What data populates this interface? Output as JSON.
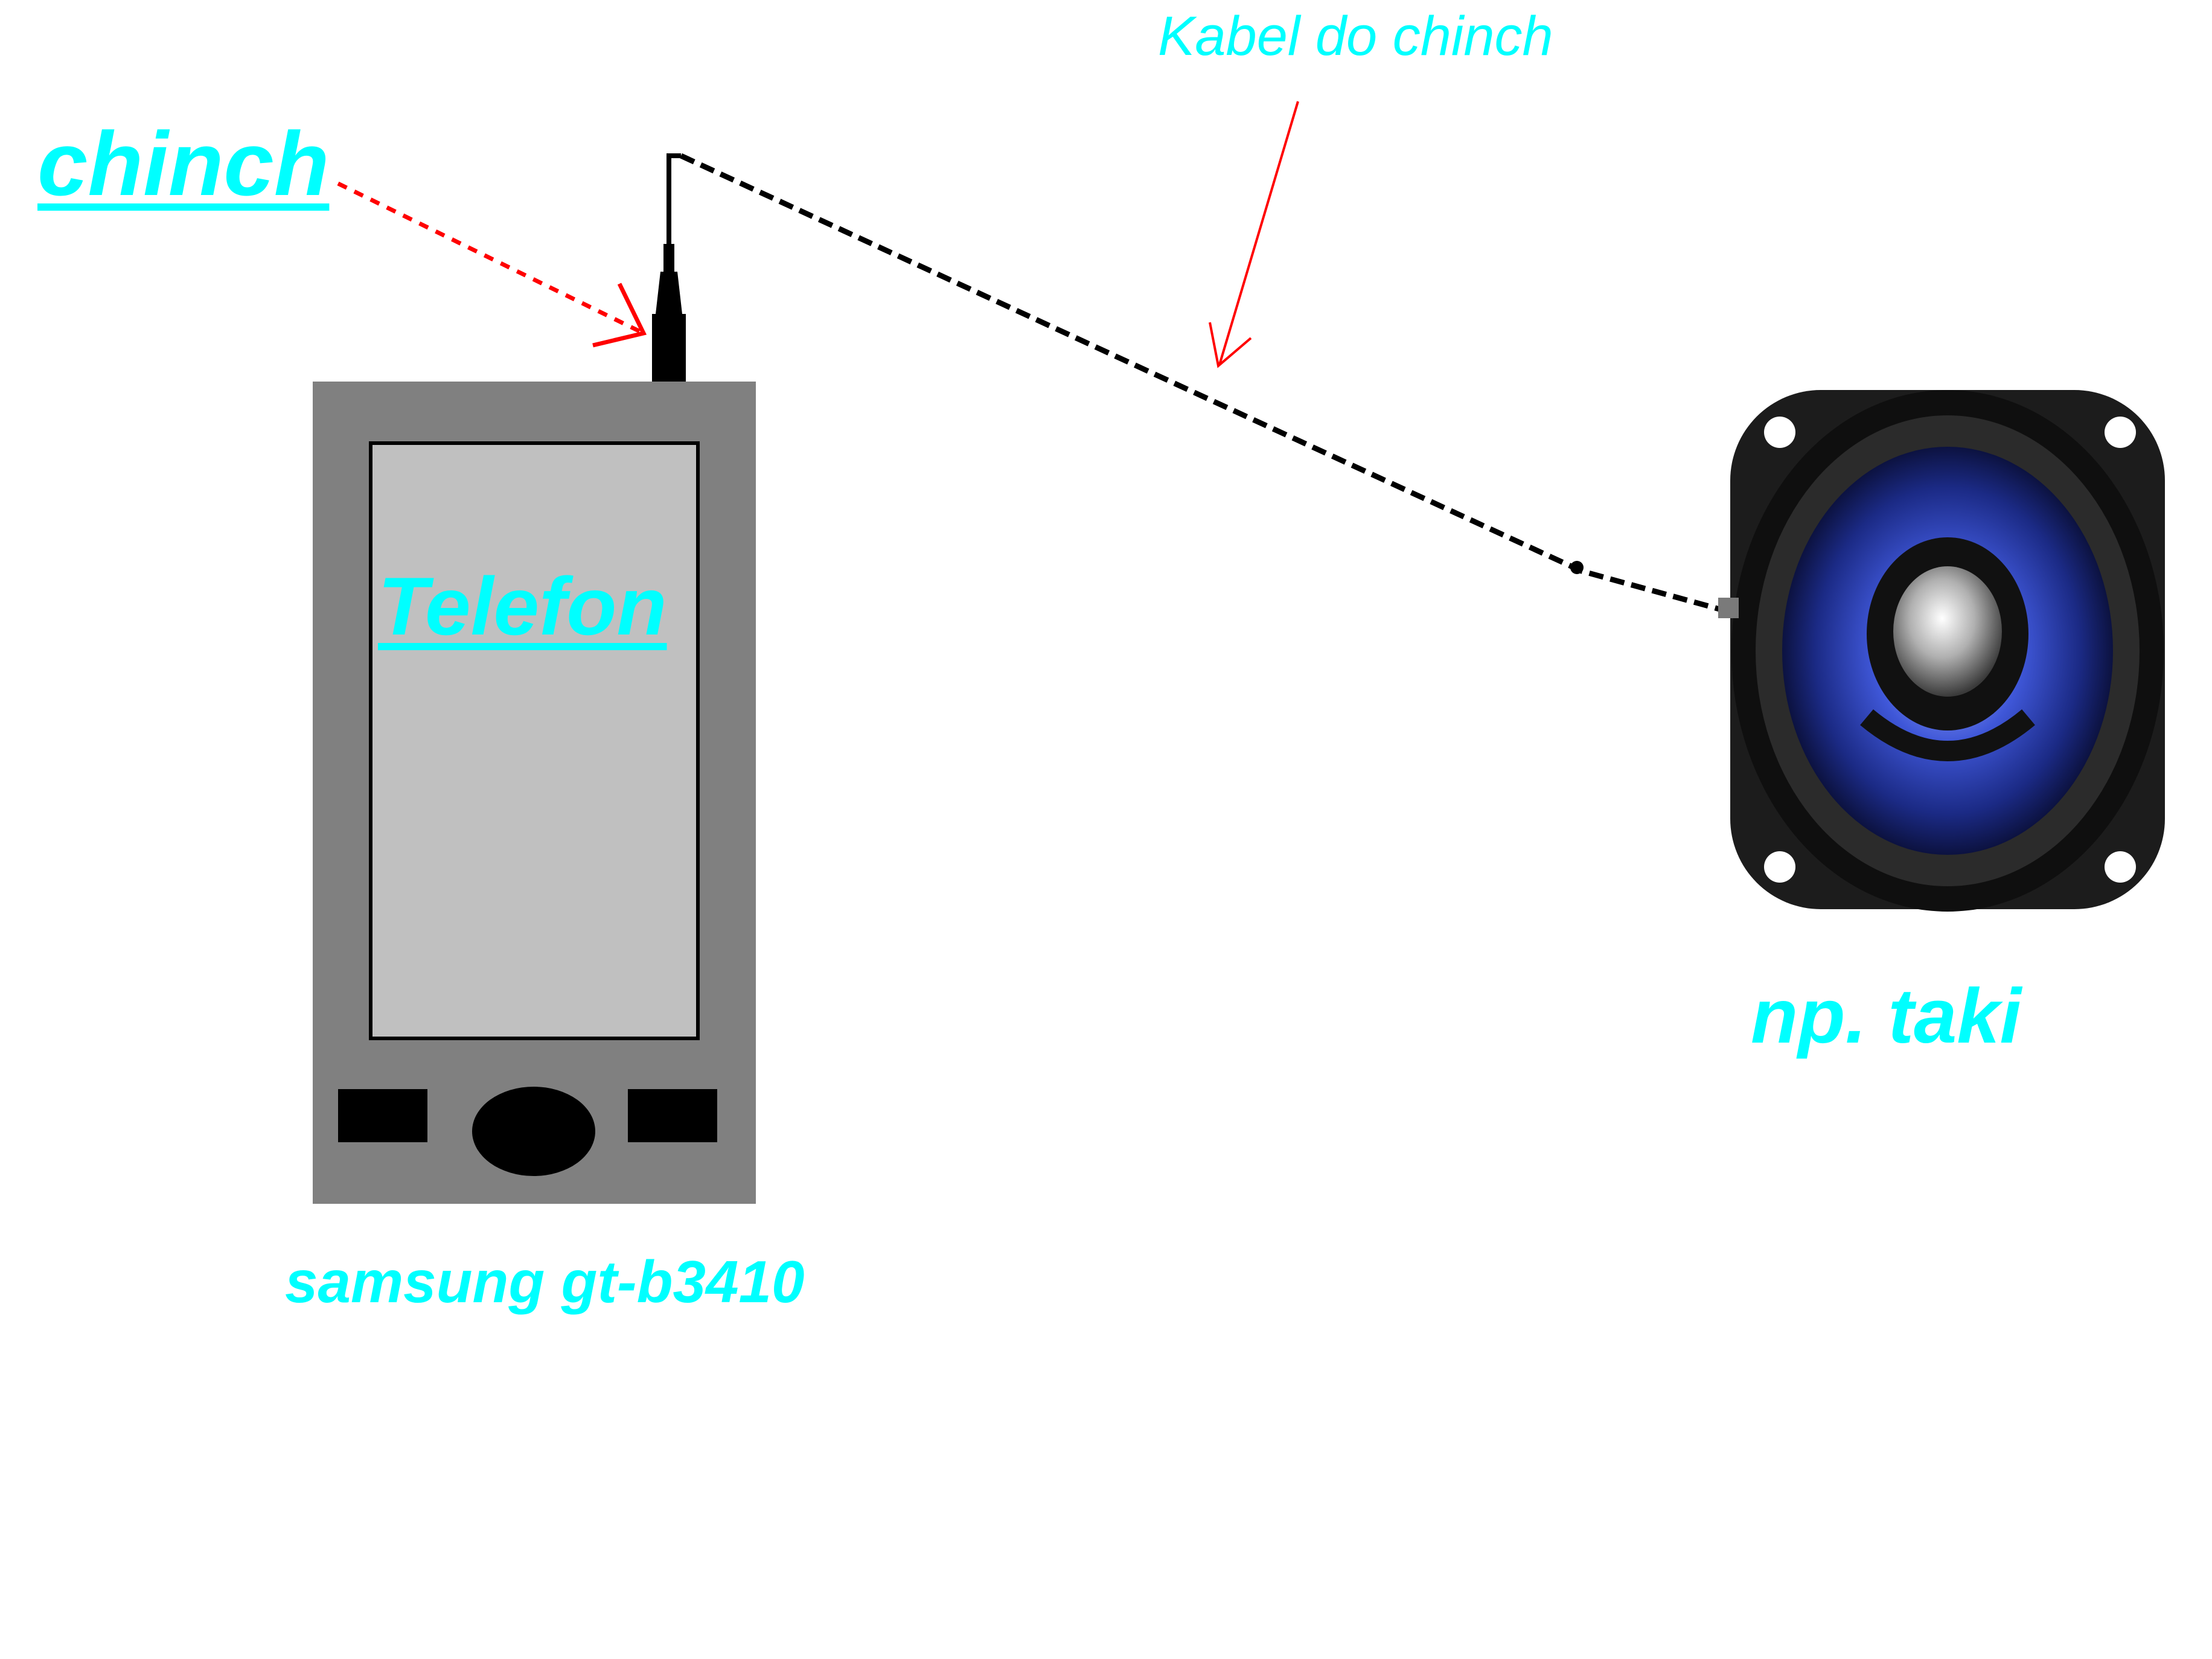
{
  "labels": {
    "connector": "chinch",
    "cable": "Kabel do chinch",
    "phone": "Telefon",
    "phone_model": "samsung gt-b3410",
    "speaker_example": "np. taki"
  },
  "colors": {
    "label_text": "#00ffff",
    "pointer_arrows": "#ff0000",
    "cable": "#000000",
    "phone_body": "#808080",
    "phone_screen": "#c0c0c0",
    "phone_buttons": "#000000",
    "speaker_cone": "#1e2f8c",
    "speaker_frame": "#1a1a1a"
  },
  "icons": {
    "phone": "mobile-phone-icon",
    "plug": "audio-plug-icon",
    "speaker": "loudspeaker-icon"
  }
}
